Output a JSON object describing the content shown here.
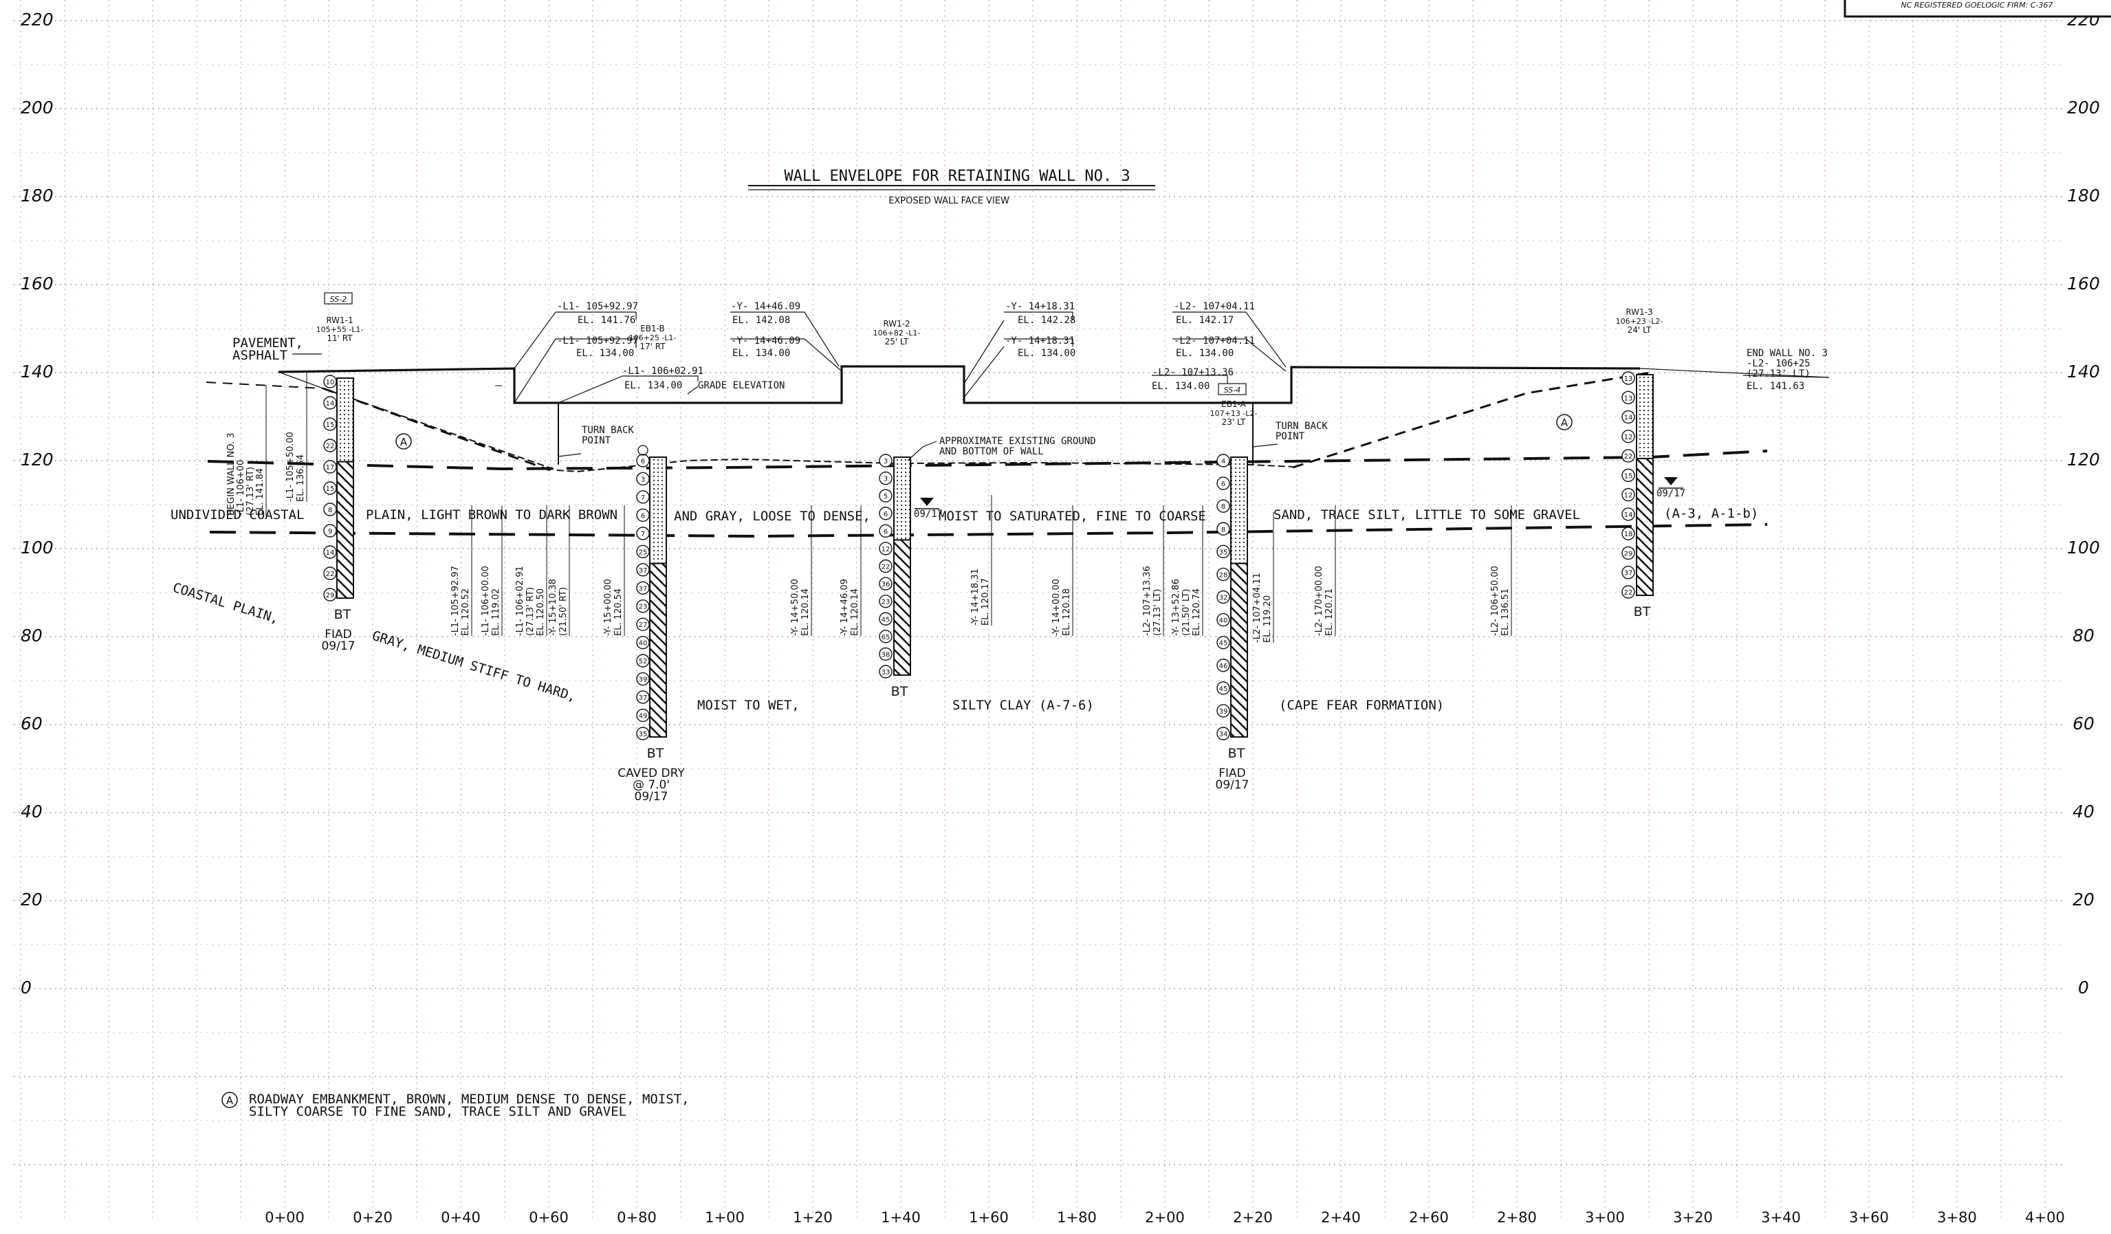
{
  "title_block": {
    "firm": "NC REGISTERED GOELOGIC FIRM: C-367"
  },
  "title": "WALL ENVELOPE FOR RETAINING WALL NO. 3",
  "subtitle": "EXPOSED WALL FACE VIEW",
  "elevation_labels": [
    "220",
    "200",
    "180",
    "160",
    "140",
    "120",
    "100",
    "80",
    "60",
    "40",
    "20",
    "0"
  ],
  "station_labels": [
    "0+00",
    "0+20",
    "0+40",
    "0+60",
    "0+80",
    "1+00",
    "1+20",
    "1+40",
    "1+60",
    "1+80",
    "2+00",
    "2+20",
    "2+40",
    "2+60",
    "2+80",
    "3+00",
    "3+20",
    "3+40",
    "3+60",
    "3+80",
    "4+00"
  ],
  "borings": [
    {
      "id": "b1",
      "tag": "SS-2",
      "name": "RW1-1",
      "sta": "105+55 -L1-",
      "off": "11' RT",
      "bottom": "BT",
      "note1": "FIAD",
      "note2": "09/17",
      "n": [
        "10",
        "14",
        "15",
        "22",
        "17",
        "15",
        "8",
        "9",
        "14",
        "22",
        "29"
      ]
    },
    {
      "id": "b2",
      "tag": "",
      "name": "EB1-B",
      "sta": "106+25 -L1-",
      "off": "17' RT",
      "bottom": "BT",
      "note1": "CAVED DRY",
      "note2": "@ 7.0'",
      "note3": "09/17",
      "n": [
        "6",
        "3",
        "7",
        "6",
        "7",
        "25",
        "37",
        "37",
        "23",
        "27",
        "40",
        "52",
        "39",
        "37",
        "49",
        "35"
      ]
    },
    {
      "id": "b3",
      "tag": "",
      "name": "RW1-2",
      "sta": "106+82 -L1-",
      "off": "25' LT",
      "bottom": "BT",
      "note1": "",
      "note2": "",
      "n": [
        "3",
        "3",
        "5",
        "6",
        "6",
        "12",
        "22",
        "36",
        "23",
        "45",
        "65",
        "38",
        "33"
      ]
    },
    {
      "id": "b4",
      "tag": "SS-4",
      "name": "EB1-A",
      "sta": "107+13 -L2-",
      "off": "23' LT",
      "bottom": "BT",
      "note1": "FIAD",
      "note2": "09/17",
      "n": [
        "4",
        "6",
        "8",
        "8",
        "35",
        "28",
        "32",
        "40",
        "45",
        "46",
        "45",
        "39",
        "34"
      ]
    },
    {
      "id": "b5",
      "tag": "",
      "name": "RW1-3",
      "sta": "106+23 -L2-",
      "off": "24' LT",
      "bottom": "BT",
      "note1": "",
      "note2": "",
      "n": [
        "13",
        "13",
        "14",
        "12",
        "22",
        "15",
        "12",
        "14",
        "18",
        "29",
        "37",
        "22"
      ]
    }
  ],
  "callouts": {
    "c1a": "-L1- 105+92.97",
    "c1b": "EL. 141.76",
    "c2a": "-L1- 105+92.97",
    "c2b": "EL. 134.00",
    "c3a": "-L1- 106+02.91",
    "c3b": "EL. 134.00",
    "grade": "GRADE ELEVATION",
    "c4a": "-Y- 14+46.09",
    "c4b": "EL. 142.08",
    "c5a": "-Y- 14+46.09",
    "c5b": "EL. 134.00",
    "c6a": "-Y- 14+18.31",
    "c6b": "EL. 142.28",
    "c7a": "-Y- 14+18.31",
    "c7b": "EL. 134.00",
    "c8a": "-L2- 107+04.11",
    "c8b": "EL. 142.17",
    "c9a": "-L2- 107+04.11",
    "c9b": "EL. 134.00",
    "c10a": "-L2- 107+13.36",
    "c10b": "EL. 134.00",
    "end1": "END WALL NO. 3",
    "end2": "-L2- 106+25",
    "end3": "(27.13' LT)",
    "end4": "EL. 141.63",
    "pav1": "PAVEMENT,",
    "pav2": "ASPHALT",
    "tb1a": "TURN BACK",
    "tb1b": "POINT",
    "tb2a": "TURN BACK",
    "tb2b": "POINT",
    "ground1": "APPROXIMATE EXISTING GROUND",
    "ground2": "AND BOTTOM OF WALL",
    "wl1": "09/17",
    "wl2": "09/17"
  },
  "vertical_labels": {
    "begin": [
      "BEGIN WALL NO. 3",
      "-L1- 106+00",
      "(27.13' RT)",
      "EL. 141.84"
    ],
    "v1": [
      "-L1- 105+50.00",
      "EL. 136.54"
    ],
    "v2": [
      "-L1- 105+92.97",
      "EL. 120.52"
    ],
    "v3": [
      "-L1- 106+00.00",
      "EL. 119.02"
    ],
    "v4": [
      "-L1- 106+02.91",
      "(27.13' RT)",
      "EL. 120.50"
    ],
    "v5": [
      "-Y- 15+10.38",
      "(21.50' RT)"
    ],
    "v6": [
      "-Y- 15+00.00",
      "EL. 120.54"
    ],
    "v7": [
      "-Y- 14+50.00",
      "EL. 120.14"
    ],
    "v8": [
      "-Y- 14+46.09",
      "EL. 120.14"
    ],
    "v9": [
      "-Y- 14+18.31",
      "EL. 120.17"
    ],
    "v10": [
      "-Y- 14+00.00",
      "EL. 120.18"
    ],
    "v11": [
      "-L2- 107+13.36",
      "(27.13' LT)"
    ],
    "v12": [
      "-Y- 13+52.86",
      "(21.50' LT)",
      "EL. 120.74"
    ],
    "v13": [
      "-L2- 107+04.11",
      "EL. 119.20"
    ],
    "v14": [
      "-L2- 170+00.00",
      "EL. 120.71"
    ],
    "v15": [
      "-L2- 106+50.00",
      "EL. 136.51"
    ]
  },
  "soil_text": {
    "s1": "UNDIVIDED COASTAL",
    "s2": "PLAIN, LIGHT BROWN TO DARK BROWN",
    "s3": "AND GRAY, LOOSE TO DENSE,",
    "s4": "MOIST TO SATURATED, FINE TO COARSE",
    "s5": "SAND, TRACE SILT, LITTLE TO SOME GRAVEL",
    "s6": "(A-3, A-1-b)",
    "s7": "COASTAL PLAIN,",
    "s8": "GRAY, MEDIUM STIFF TO HARD,",
    "s9": "MOIST TO WET,",
    "s10": "SILTY   CLAY   (A-7-6)",
    "s11": "(CAPE FEAR FORMATION)"
  },
  "legend": {
    "symbol": "A",
    "line1": "ROADWAY EMBANKMENT, BROWN, MEDIUM DENSE TO DENSE, MOIST,",
    "line2": "SILTY COARSE TO FINE SAND, TRACE SILT AND GRAVEL"
  },
  "fill_symbol": "A"
}
